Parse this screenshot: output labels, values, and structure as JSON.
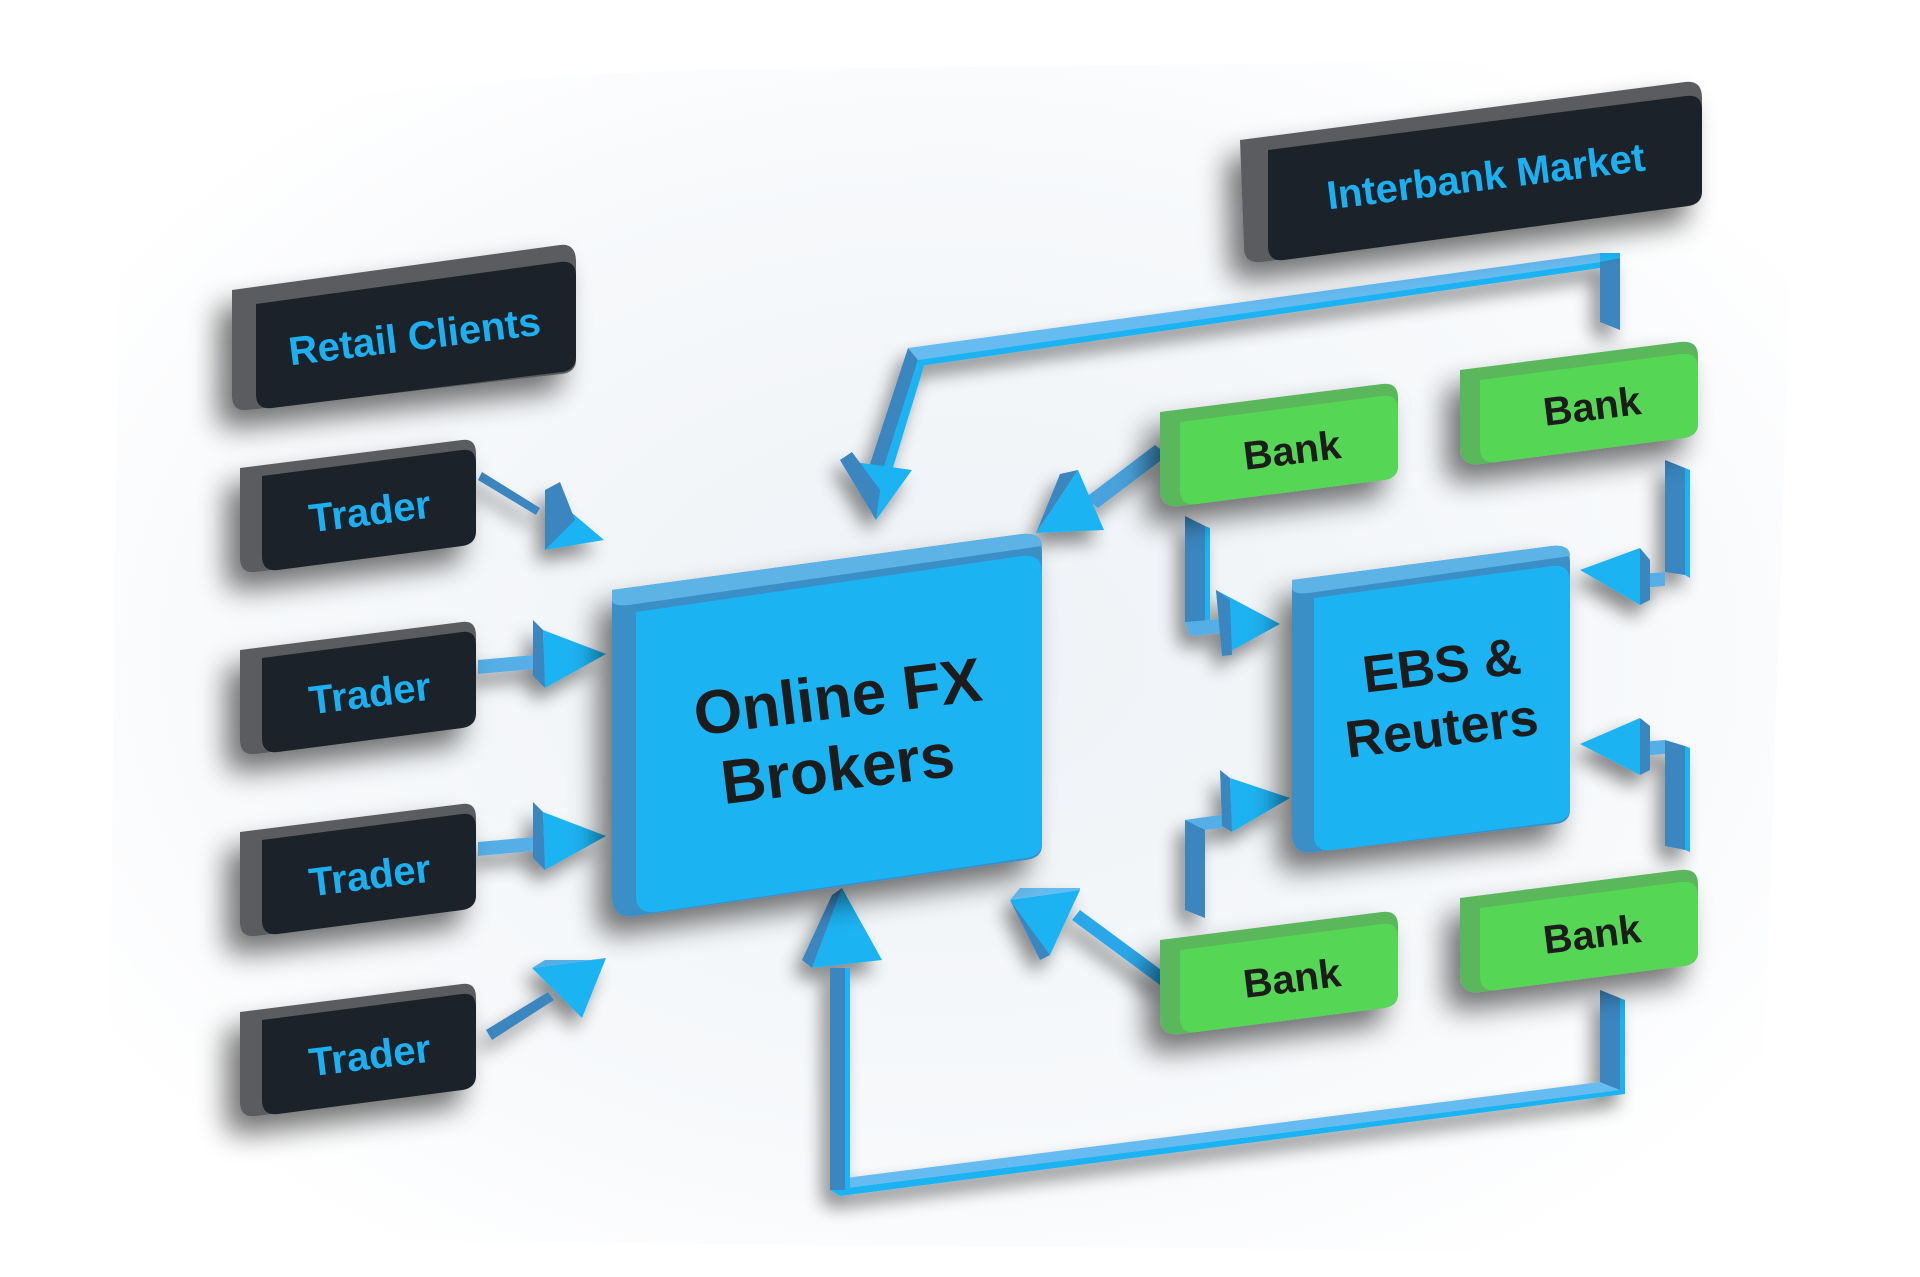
{
  "diagram": {
    "title": "Forex market structure",
    "colors": {
      "dark_box": "#1f232b",
      "dark_box_side": "#5a5b5e",
      "dark_text": "#1ab0f0",
      "blue_box": "#1cb3f2",
      "blue_box_side": "#3a8fc7",
      "green_box": "#55d655",
      "green_box_side": "#6ac46d",
      "green_text": "#1a1a1a",
      "arrow": "#1cb3f2",
      "arrow_side": "#3a86bf"
    },
    "nodes": {
      "retail_clients": {
        "label": "Retail Clients"
      },
      "interbank_market": {
        "label": "Interbank Market"
      },
      "traders": [
        {
          "label": "Trader"
        },
        {
          "label": "Trader"
        },
        {
          "label": "Trader"
        },
        {
          "label": "Trader"
        }
      ],
      "online_fx_brokers": {
        "label_line1": "Online FX",
        "label_line2": "Brokers"
      },
      "ebs_reuters": {
        "label_line1": "EBS &",
        "label_line2": "Reuters"
      },
      "banks": [
        {
          "label": "Bank"
        },
        {
          "label": "Bank"
        },
        {
          "label": "Bank"
        },
        {
          "label": "Bank"
        }
      ]
    },
    "edges": [
      {
        "from": "Trader 1",
        "to": "Online FX Brokers"
      },
      {
        "from": "Trader 2",
        "to": "Online FX Brokers"
      },
      {
        "from": "Trader 3",
        "to": "Online FX Brokers"
      },
      {
        "from": "Trader 4",
        "to": "Online FX Brokers"
      },
      {
        "from": "Interbank Market",
        "to": "Online FX Brokers"
      },
      {
        "from": "Bank (top-left)",
        "to": "Online FX Brokers"
      },
      {
        "from": "Bank (bottom-left)",
        "to": "Online FX Brokers"
      },
      {
        "from": "Bank (top-left)",
        "to": "EBS & Reuters"
      },
      {
        "from": "Bank (top-right)",
        "to": "EBS & Reuters"
      },
      {
        "from": "Bank (bottom-left)",
        "to": "EBS & Reuters"
      },
      {
        "from": "Bank (bottom-right)",
        "to": "EBS & Reuters"
      },
      {
        "from": "Bank (bottom-right)",
        "to": "Online FX Brokers"
      }
    ]
  }
}
